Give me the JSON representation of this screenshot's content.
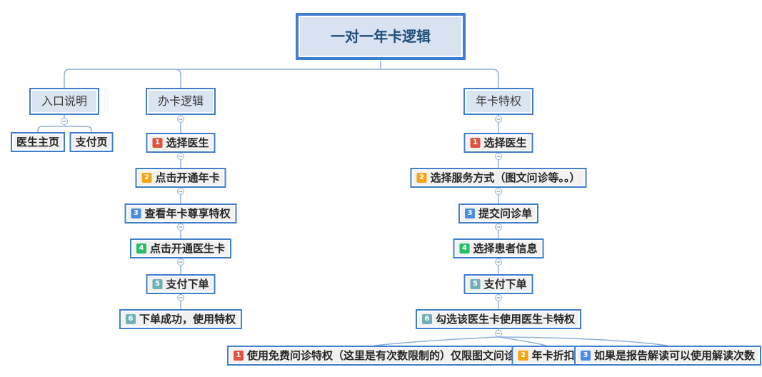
{
  "root": {
    "label": "一对一年卡逻辑"
  },
  "branches": [
    {
      "label": "入口说明",
      "children": [
        {
          "label": "医生主页"
        },
        {
          "label": "支付页"
        }
      ]
    },
    {
      "label": "办卡逻辑",
      "steps": [
        {
          "num": "1",
          "label": "选择医生",
          "badge_color": "red"
        },
        {
          "num": "2",
          "label": "点击开通年卡",
          "badge_color": "orange"
        },
        {
          "num": "3",
          "label": "查看年卡尊享特权",
          "badge_color": "blue"
        },
        {
          "num": "4",
          "label": "点击开通医生卡",
          "badge_color": "green"
        },
        {
          "num": "5",
          "label": "支付下单",
          "badge_color": "teal"
        },
        {
          "num": "6",
          "label": "下单成功，使用特权",
          "badge_color": "teal"
        }
      ]
    },
    {
      "label": "年卡特权",
      "steps": [
        {
          "num": "1",
          "label": "选择医生",
          "badge_color": "red"
        },
        {
          "num": "2",
          "label": "选择服务方式（图文问诊等。。）",
          "badge_color": "orange"
        },
        {
          "num": "3",
          "label": "提交问诊单",
          "badge_color": "blue"
        },
        {
          "num": "4",
          "label": "选择患者信息",
          "badge_color": "green"
        },
        {
          "num": "5",
          "label": "支付下单",
          "badge_color": "teal"
        },
        {
          "num": "6",
          "label": "勾选该医生卡使用医生卡特权",
          "badge_color": "teal",
          "children": [
            {
              "num": "1",
              "label": "使用免费问诊特权（这里是有次数限制的）仅限图文问诊",
              "badge_color": "red"
            },
            {
              "num": "2",
              "label": "年卡折扣",
              "badge_color": "orange"
            },
            {
              "num": "3",
              "label": "如果是报告解读可以使用解读次数",
              "badge_color": "blue"
            }
          ]
        }
      ]
    }
  ],
  "colors": {
    "node_border": "#3f7ecc",
    "root_fill": "#d9e2f0",
    "branch_fill": "#dbe5f1",
    "node_fill": "#f1f1f1",
    "root_text": "#1f4e79",
    "connector": "#8fafdd",
    "badge_red": "#e15241",
    "badge_orange": "#f7a411",
    "badge_blue": "#4b8ce4",
    "badge_green": "#26bf68",
    "badge_teal": "#71b0b9"
  }
}
